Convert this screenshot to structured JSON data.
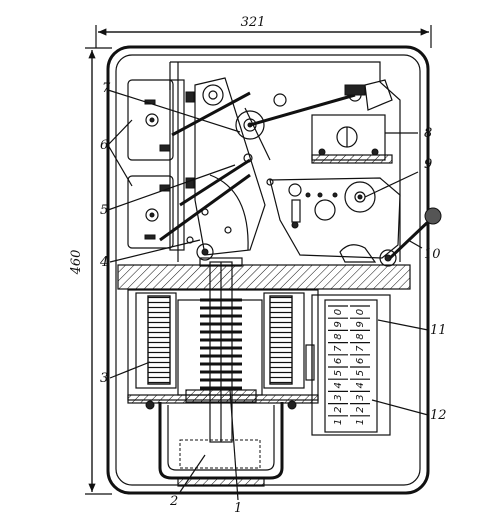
{
  "dimensions": {
    "width": "321",
    "height": "460"
  },
  "callouts": [
    {
      "id": "1",
      "text": "1"
    },
    {
      "id": "2",
      "text": "2"
    },
    {
      "id": "3",
      "text": "3"
    },
    {
      "id": "4",
      "text": "4"
    },
    {
      "id": "5",
      "text": "5"
    },
    {
      "id": "6",
      "text": "6"
    },
    {
      "id": "7",
      "text": "7"
    },
    {
      "id": "8",
      "text": "8"
    },
    {
      "id": "9",
      "text": "9"
    },
    {
      "id": "10",
      "text": "10"
    },
    {
      "id": "11",
      "text": "11"
    },
    {
      "id": "12",
      "text": "12"
    }
  ],
  "counter_digits": [
    "1",
    "2",
    "3",
    "4",
    "5",
    "6",
    "7",
    "8",
    "9",
    "0"
  ]
}
